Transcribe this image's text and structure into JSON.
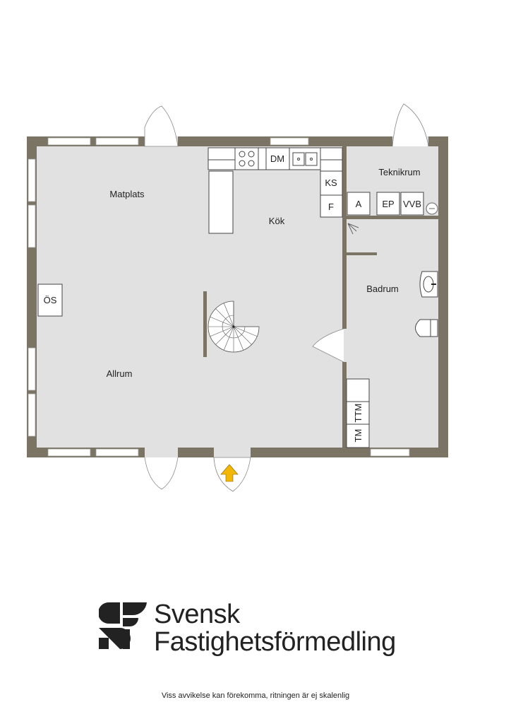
{
  "rooms": {
    "matplats": "Matplats",
    "kok": "Kök",
    "teknikrum": "Teknikrum",
    "badrum": "Badrum",
    "allrum": "Allrum"
  },
  "fixtures": {
    "dm": "DM",
    "ks": "KS",
    "f": "F",
    "a": "A",
    "ep": "EP",
    "vvb": "VVB",
    "os": "ÖS",
    "ttm": "TTM",
    "tm": "TM"
  },
  "colors": {
    "wall": "#7b7363",
    "floor": "#e1e1e1",
    "entrance_arrow": "#f2b705"
  },
  "brand": {
    "line1": "Svensk",
    "line2": "Fastighetsförmedling"
  },
  "disclaimer": "Viss avvikelse kan förekomma, ritningen är ej skalenlig"
}
